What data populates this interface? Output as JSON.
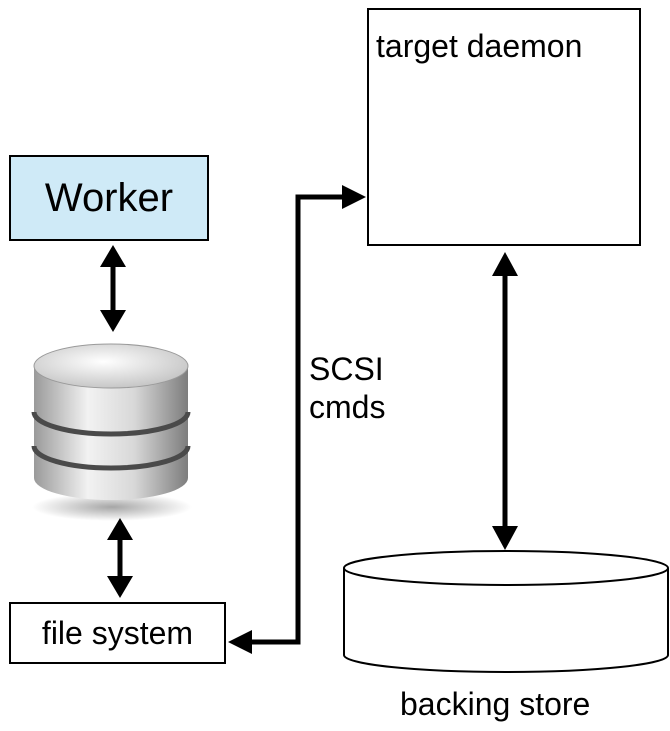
{
  "nodes": {
    "worker": "Worker",
    "target_daemon": "target daemon",
    "file_system": "file system",
    "backing_store": "backing store"
  },
  "edges": {
    "scsi_line1": "SCSI",
    "scsi_line2": "cmds"
  },
  "colors": {
    "worker_fill": "#cfeaf7",
    "stroke": "#000000"
  },
  "icons": {
    "disk": "database-disk-icon"
  }
}
